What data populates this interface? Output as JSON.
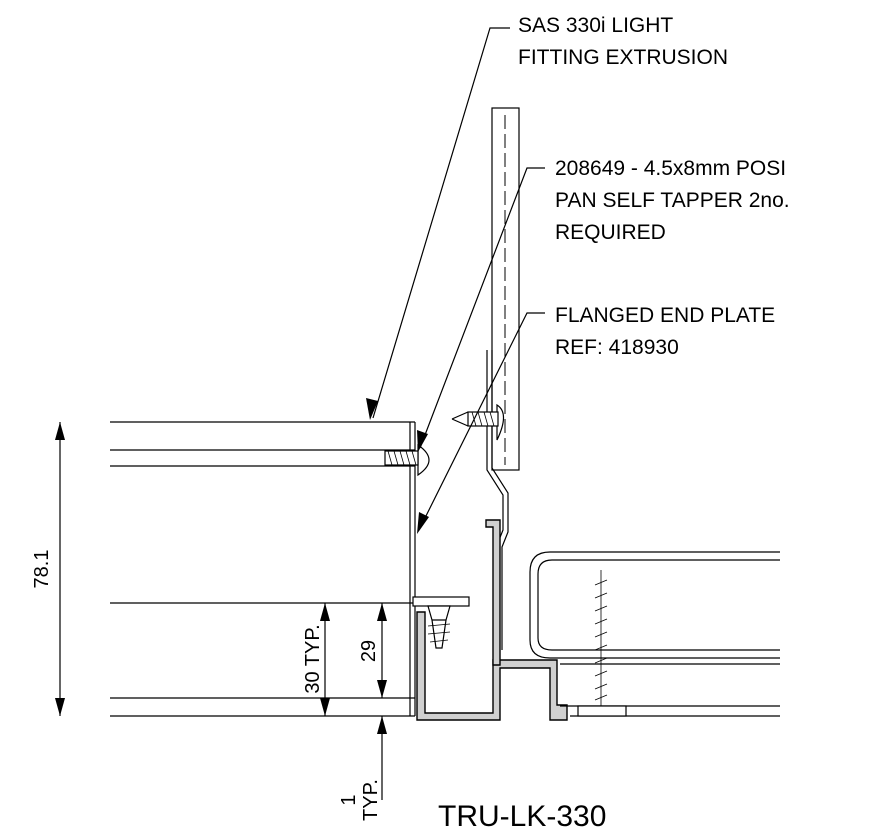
{
  "callouts": {
    "extrusion": {
      "line1": "SAS 330i LIGHT",
      "line2": "FITTING EXTRUSION"
    },
    "screw": {
      "line1": "208649 - 4.5x8mm POSI",
      "line2": "PAN SELF TAPPER 2no.",
      "line3": "REQUIRED"
    },
    "end_plate": {
      "line1": "FLANGED END PLATE",
      "line2": "REF: 418930"
    }
  },
  "dimensions": {
    "overall_height": "78.1",
    "typical_30": "30 TYP.",
    "dim_29": "29",
    "typical_1_value": "1",
    "typical_1_label": "TYP."
  },
  "drawing_title": "TRU-LK-330"
}
